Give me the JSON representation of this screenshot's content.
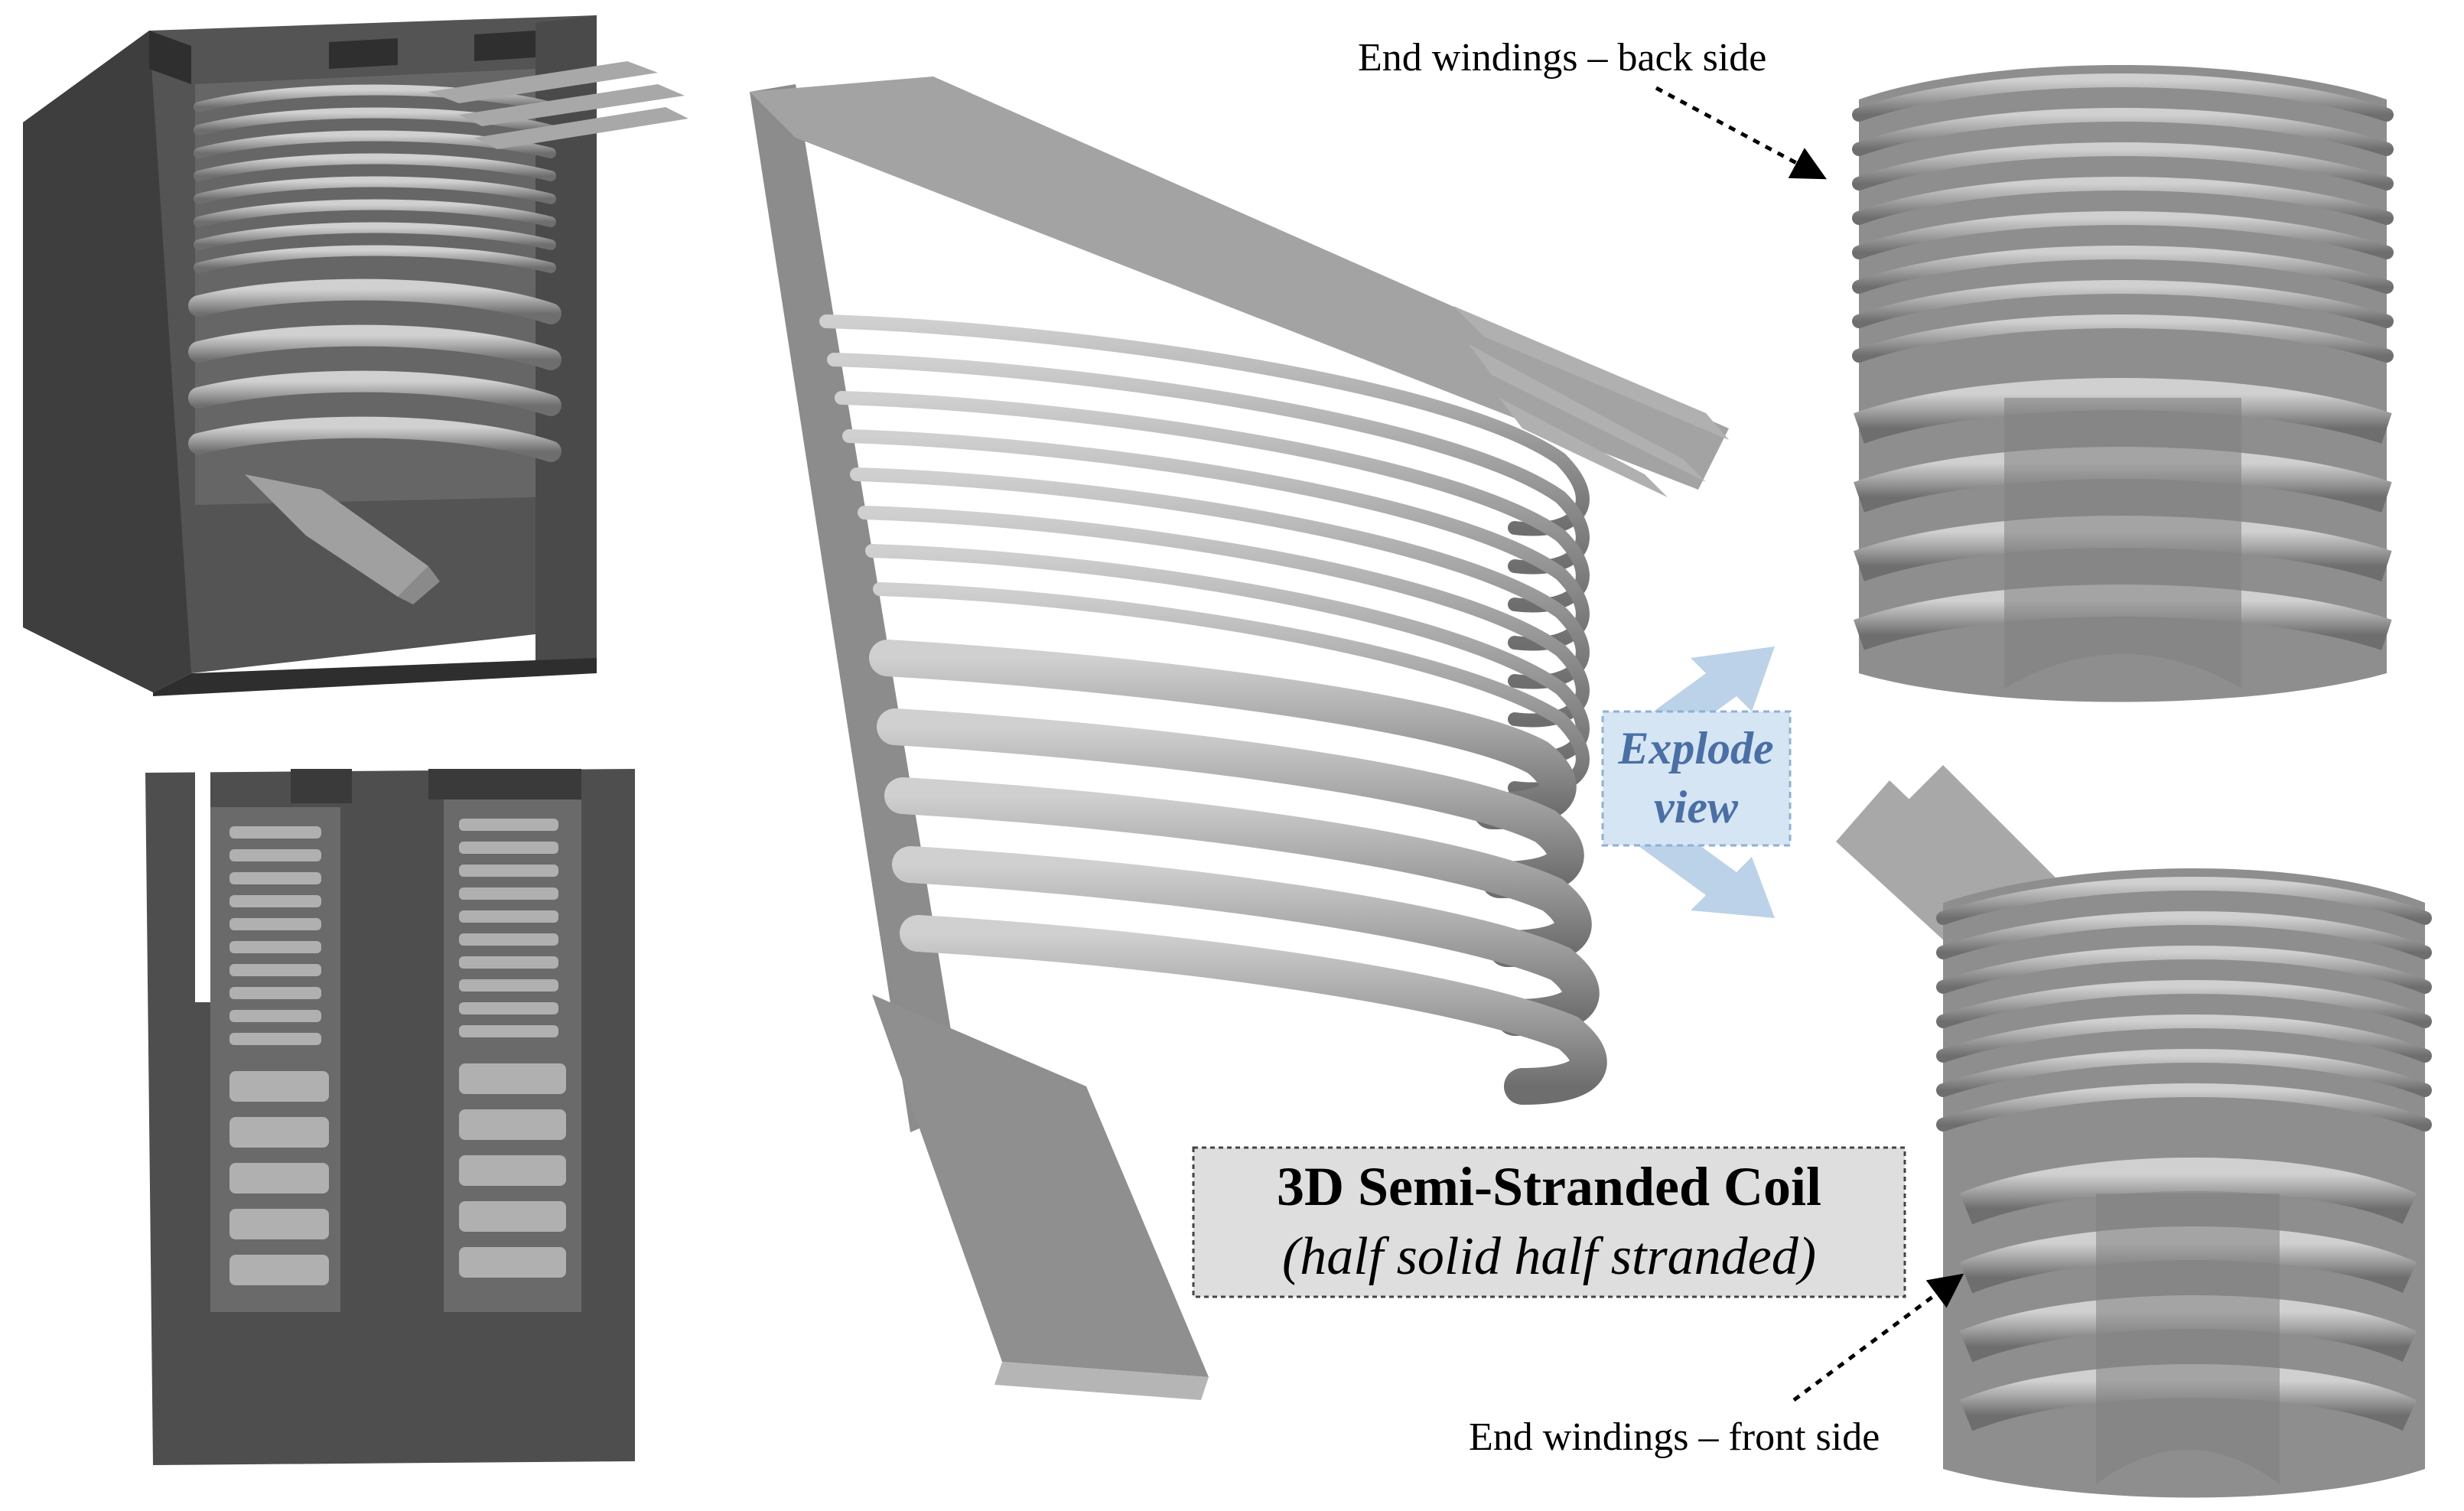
{
  "labels": {
    "back_side": "End windings – back side",
    "front_side": "End windings – front side",
    "explode_line1": "Explode",
    "explode_line2": "view",
    "title": "3D Semi-Stranded Coil",
    "subtitle": "(half solid half stranded)"
  },
  "colors": {
    "slot_dark": "#4e4e4e",
    "slot_darker": "#3a3a3a",
    "slot_face": "#5c5c5c",
    "copper_light": "#b4b4b4",
    "copper_mid": "#9a9a9a",
    "copper_dark": "#7c7c7c",
    "explode_box_fill": "#d6e5f4",
    "explode_text": "#4a6fa5",
    "explode_arrow": "#bcd2e8",
    "title_box_fill": "#dedede"
  },
  "icons": {
    "arrow_back": "dotted-arrow-icon",
    "arrow_front": "dotted-arrow-icon",
    "explode_arrows": "double-arrow-icon"
  }
}
